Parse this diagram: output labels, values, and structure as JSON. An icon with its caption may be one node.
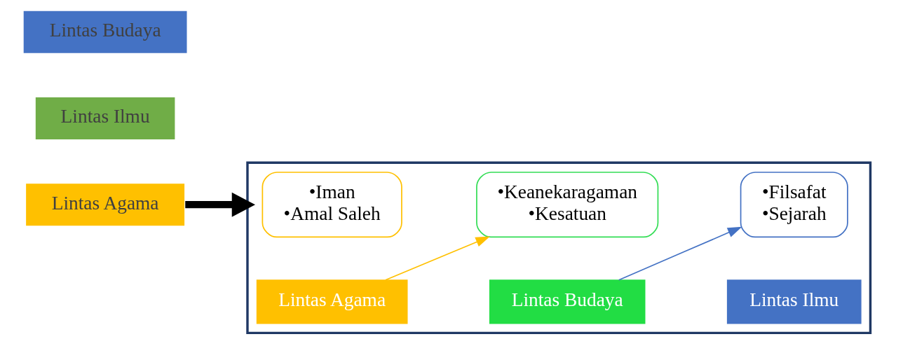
{
  "diagram": {
    "nodes": [
      {
        "text": [
          "Lintas Agama"
        ]
      },
      {
        "text": [
          "Lintas Ilmu"
        ]
      },
      {
        "text": [
          "Lintas Budaya"
        ]
      },
      {
        "text": [],
        "shape": "box"
      },
      {
        "text": [
          "•Iman",
          "•Amal Saleh"
        ],
        "in": 3
      },
      {
        "text": [
          "Lintas Agama"
        ],
        "in": 3
      },
      {
        "text": [
          "•Keanekaragaman",
          "•Kesatuan"
        ],
        "in": 3
      },
      {
        "text": [
          "Lintas Budaya"
        ],
        "in": 3
      },
      {
        "text": [
          "•Filsafat",
          "•Sejarah"
        ],
        "in": 3
      },
      {
        "text": [
          "Lintas Ilmu"
        ],
        "in": 3
      }
    ],
    "edges": [
      {
        "from": 0,
        "to": 3,
        "arrow": "to",
        "style": "thick",
        "color": "#000000"
      },
      {
        "from": 5,
        "to": 6,
        "arrow": "to",
        "color": "#ffc000"
      },
      {
        "from": 7,
        "to": 8,
        "arrow": "to",
        "color": "#4472c4"
      }
    ]
  }
}
